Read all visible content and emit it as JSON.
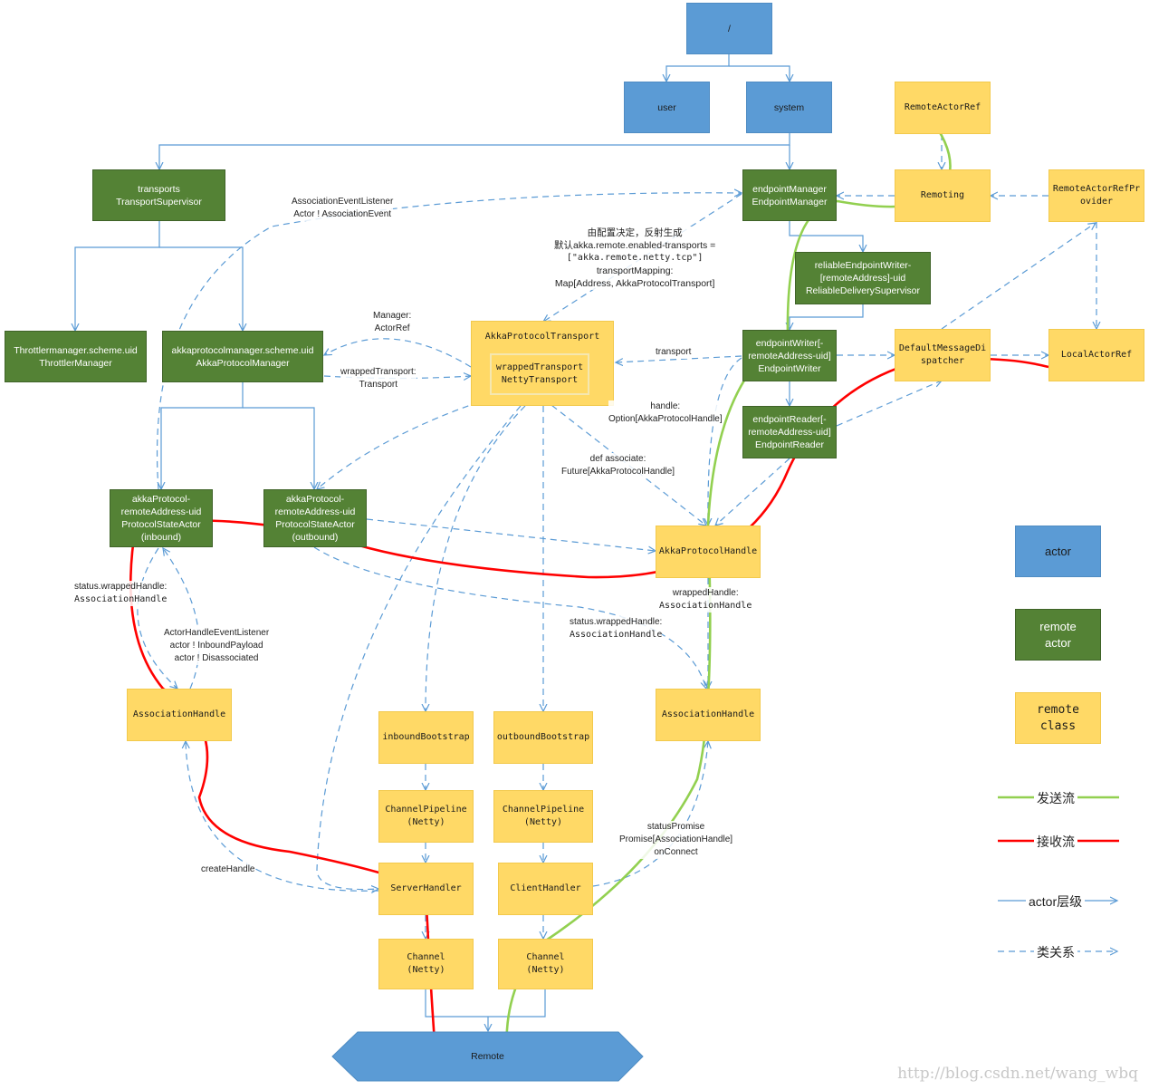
{
  "nodes": {
    "root": "/",
    "user": "user",
    "system": "system",
    "remote_actor_ref": "RemoteActorRef",
    "transports": [
      "transports",
      "TransportSupervisor"
    ],
    "endpoint_manager": [
      "endpointManager",
      "EndpointManager"
    ],
    "remoting": "Remoting",
    "remote_actor_ref_provider": [
      "RemoteActorRefPr",
      "ovider"
    ],
    "reliable_endpoint_writer": [
      "reliableEndpointWriter-",
      "[remoteAddress]-uid",
      "ReliableDeliverySupervisor"
    ],
    "throttler_manager": [
      "Throttlermanager.scheme.uid",
      "ThrottlerManager"
    ],
    "akka_protocol_manager": [
      "akkaprotocolmanager.scheme.uid",
      "AkkaProtocolManager"
    ],
    "akka_protocol_transport": "AkkaProtocolTransport",
    "netty_transport": [
      "wrappedTransport",
      "NettyTransport"
    ],
    "endpoint_writer": [
      "endpointWriter[-",
      "remoteAddress-uid]",
      "EndpointWriter"
    ],
    "default_message_dispatcher": [
      "DefaultMessageDi",
      "spatcher"
    ],
    "local_actor_ref": "LocalActorRef",
    "endpoint_reader": [
      "endpointReader[-",
      "remoteAddress-uid]",
      "EndpointReader"
    ],
    "protocol_state_inbound": [
      "akkaProtocol-",
      "remoteAddress-uid",
      "ProtocolStateActor",
      "(inbound)"
    ],
    "protocol_state_outbound": [
      "akkaProtocol-",
      "remoteAddress-uid",
      "ProtocolStateActor",
      "(outbound)"
    ],
    "akka_protocol_handle": "AkkaProtocolHandle",
    "association_handle_left": "AssociationHandle",
    "association_handle_right": "AssociationHandle",
    "inbound_bootstrap": "inboundBootstrap",
    "outbound_bootstrap": "outboundBootstrap",
    "channel_pipeline_in": [
      "ChannelPipeline",
      "(Netty)"
    ],
    "channel_pipeline_out": [
      "ChannelPipeline",
      "(Netty)"
    ],
    "server_handler": "ServerHandler",
    "client_handler": "ClientHandler",
    "channel_in": [
      "Channel",
      "(Netty)"
    ],
    "channel_out": [
      "Channel",
      "(Netty)"
    ],
    "remote": "Remote"
  },
  "labels": {
    "association_event_listener": [
      "AssociationEventListener",
      "Actor ! AssociationEvent"
    ],
    "config_decision": [
      "由配置决定，反射生成",
      "默认akka.remote.enabled-transports =",
      "[\"akka.remote.netty.tcp\"]",
      "transportMapping:",
      "Map[Address, AkkaProtocolTransport]"
    ],
    "manager": [
      "Manager:",
      "ActorRef"
    ],
    "wrapped_transport": [
      "wrappedTransport:",
      "Transport"
    ],
    "transport": "transport",
    "handle": [
      "handle:",
      "Option[AkkaProtocolHandle]"
    ],
    "def_associate": [
      "def associate:",
      "Future[AkkaProtocolHandle]"
    ],
    "status_wrapped_left": [
      "status.wrappedHandle:",
      "AssociationHandle"
    ],
    "actor_handle_event_listener": [
      "ActorHandleEventListener",
      "actor ! InboundPayload",
      "actor ! Disassociated"
    ],
    "wrapped_handle_right": [
      "wrappedHandle:",
      "AssociationHandle"
    ],
    "status_wrapped_mid": [
      "status.wrappedHandle:",
      "AssociationHandle"
    ],
    "status_promise": [
      "statusPromise",
      "Promise[AssociationHandle]",
      "onConnect"
    ],
    "create_handle": "createHandle"
  },
  "legend": {
    "actor": "actor",
    "remote_actor": [
      "remote",
      "actor"
    ],
    "remote_class": [
      "remote",
      "class"
    ],
    "send_flow": "发送流",
    "receive_flow": "接收流",
    "actor_hierarchy": "actor层级",
    "class_relation": "类关系"
  },
  "colors": {
    "actor": "#5b9bd5",
    "remote_actor": "#548235",
    "remote_class": "#ffd966",
    "send_flow": "#92d050",
    "receive_flow": "#ff0000",
    "edge": "#5b9bd5"
  },
  "watermark": "http://blog.csdn.net/wang_wbq"
}
